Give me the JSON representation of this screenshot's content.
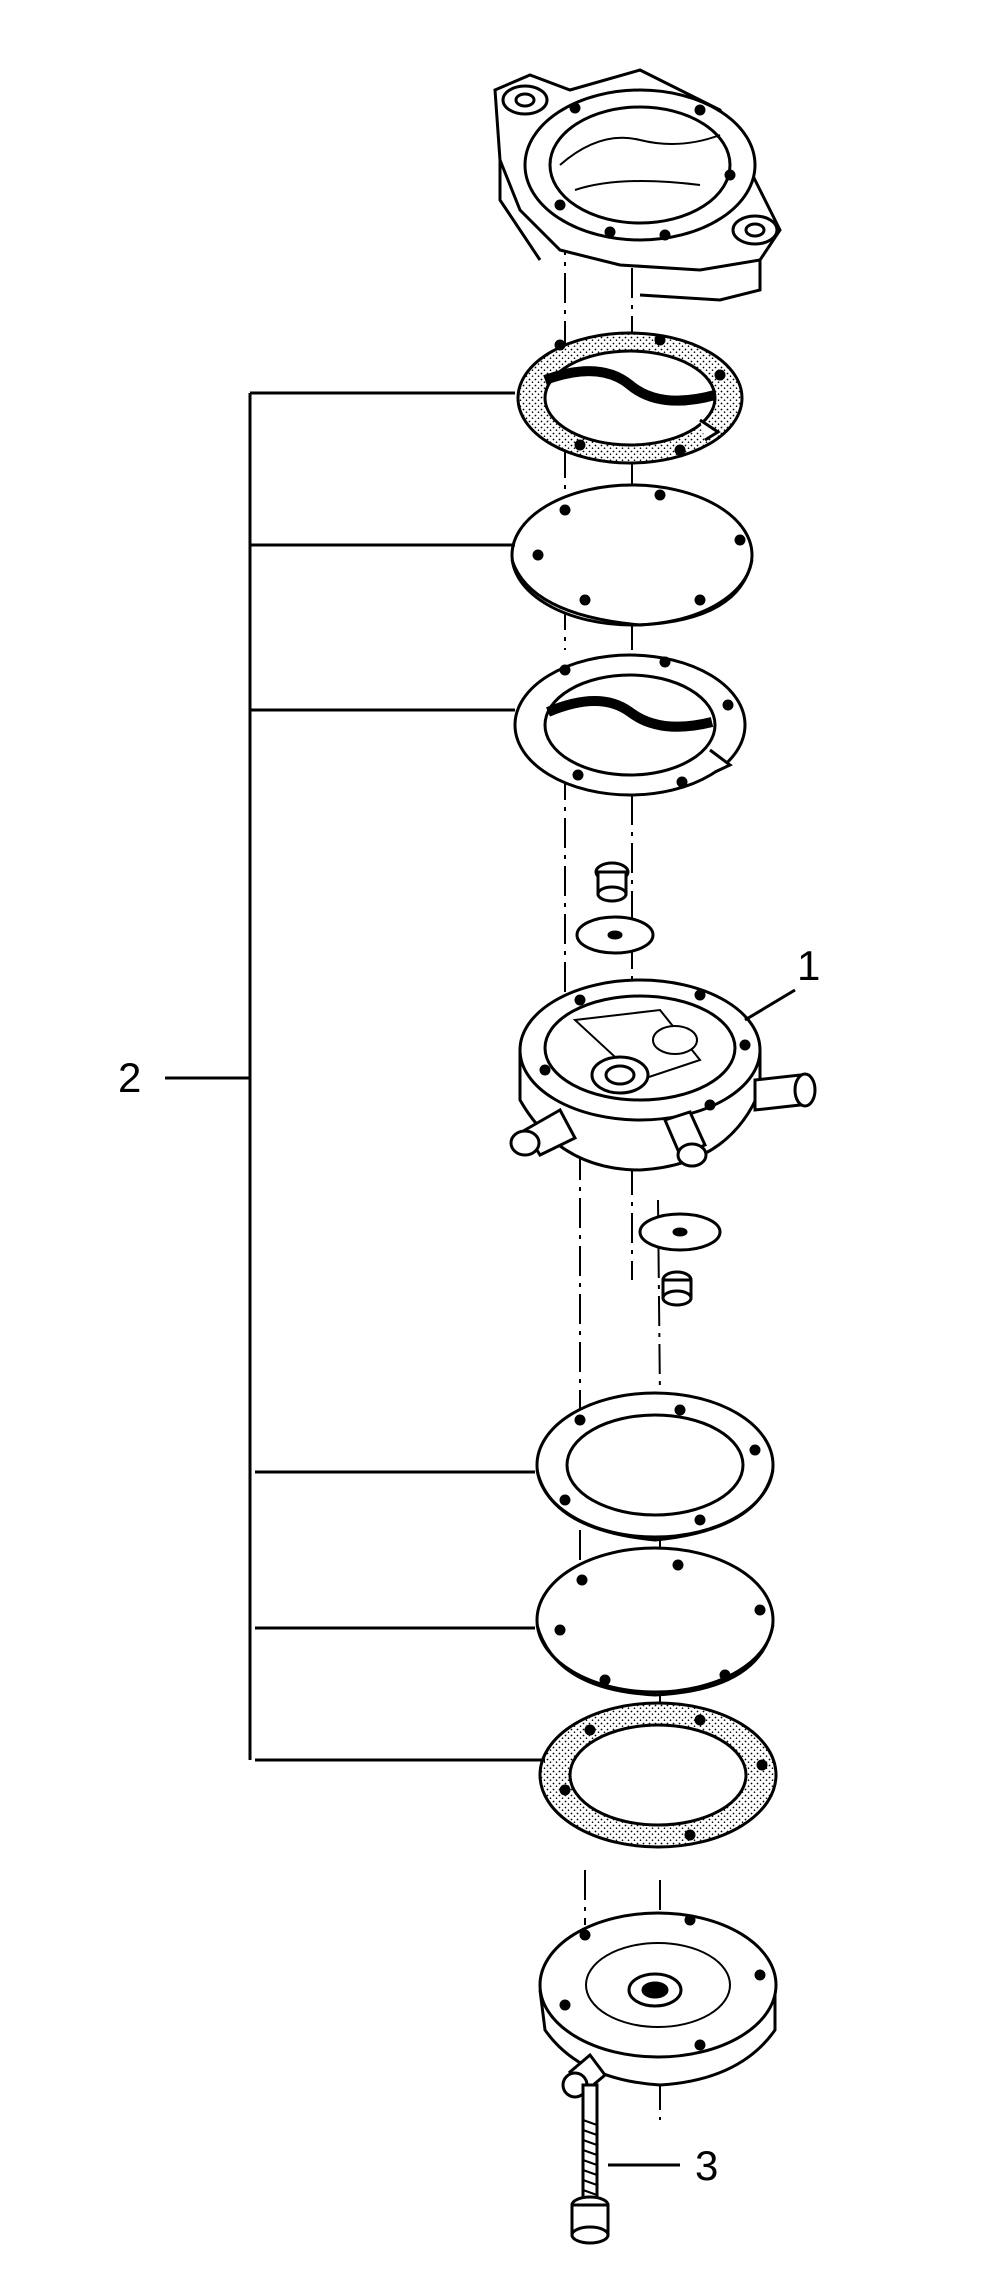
{
  "diagram": {
    "callouts": [
      {
        "id": "1",
        "label": "1"
      },
      {
        "id": "2",
        "label": "2"
      },
      {
        "id": "3",
        "label": "3"
      }
    ],
    "colors": {
      "ink": "#000000",
      "background": "#ffffff",
      "gasket_fill": "#cfcfcf"
    }
  }
}
